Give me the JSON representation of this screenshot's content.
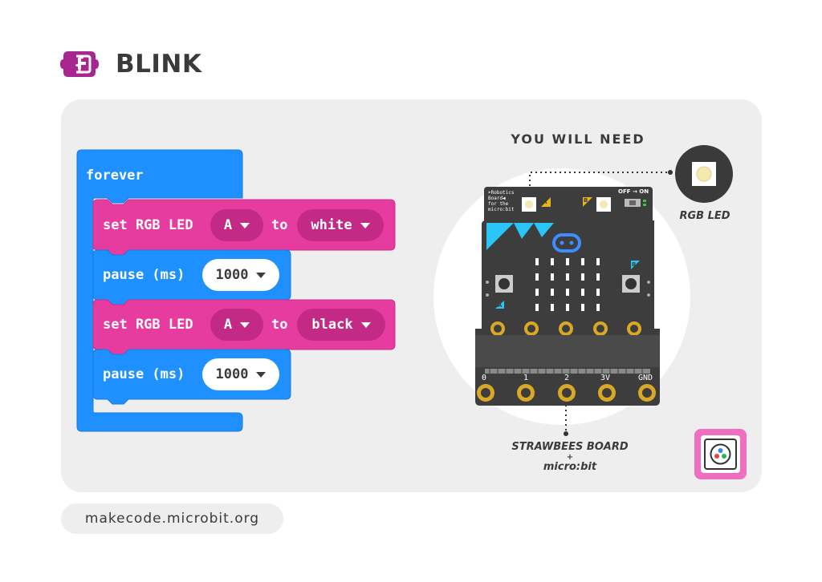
{
  "header": {
    "title": "BLINK",
    "logo_icon": "makecode-logo-icon",
    "logo_color": "#a8268f"
  },
  "code": {
    "forever_label": "forever",
    "blocks": [
      {
        "label": "set RGB LED",
        "led": "A",
        "to": "to",
        "color": "white"
      },
      {
        "label": "pause (ms)",
        "value": "1000"
      },
      {
        "label": "set RGB LED",
        "led": "A",
        "to": "to",
        "color": "black"
      },
      {
        "label": "pause (ms)",
        "value": "1000"
      }
    ],
    "colors": {
      "loop": "#1e90ff",
      "led": "#e63ca0",
      "led_dark": "#c22a86",
      "pause": "#1e90ff"
    }
  },
  "need": {
    "title": "YOU WILL NEED",
    "rgb_led": "RGB LED",
    "board_line1": "STRAWBEES BOARD",
    "board_plus": "+",
    "board_line2": "micro:bit",
    "board_text": {
      "silk1": "➤Robotics",
      "silk2": "Board◀",
      "silk3": "for the",
      "silk4": "micro:bit",
      "switch": "OFF → ON",
      "btn_a": "A",
      "btn_b": "B",
      "led_a": "A",
      "led_b": "B"
    },
    "pins": [
      "0",
      "1",
      "2",
      "3V",
      "GND"
    ]
  },
  "footer": {
    "url": "makecode.microbit.org"
  },
  "badge_icon": "simulator-icon"
}
